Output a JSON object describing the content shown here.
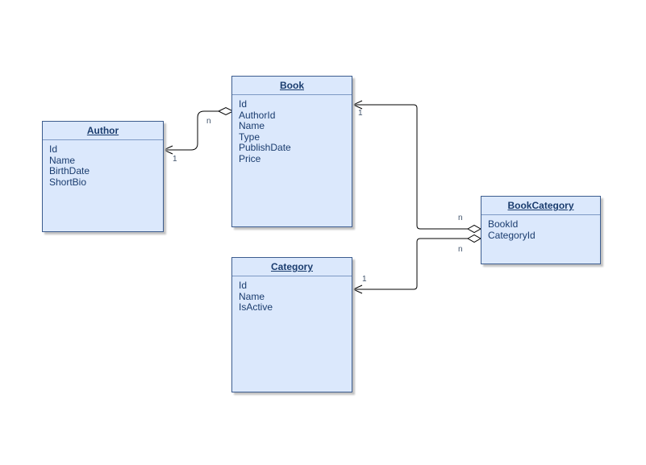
{
  "diagram": {
    "kind": "entity-relationship-diagram",
    "background": "#ffffff",
    "colors": {
      "table_fill": "#dbe8fc",
      "table_border": "#3c5c8e",
      "table_text": "#1a3c6e",
      "connector": "#000000",
      "edge_label": "#40536b",
      "shadow": "#c2c2c2"
    }
  },
  "entities": {
    "author": {
      "title": "Author",
      "fields": [
        "Id",
        "Name",
        "BirthDate",
        "ShortBio"
      ]
    },
    "book": {
      "title": "Book",
      "fields": [
        "Id",
        "AuthorId",
        "Name",
        "Type",
        "PublishDate",
        "Price"
      ]
    },
    "category": {
      "title": "Category",
      "fields": [
        "Id",
        "Name",
        "IsActive"
      ]
    },
    "bookCategory": {
      "title": "BookCategory",
      "fields": [
        "BookId",
        "CategoryId"
      ]
    }
  },
  "edges": {
    "authorBook": {
      "source": "Book",
      "target": "Author",
      "sourceLabel": "n",
      "targetLabel": "1"
    },
    "bookBookCategory": {
      "source": "BookCategory",
      "target": "Book",
      "sourceLabel": "n",
      "targetLabel": "1"
    },
    "categoryBookCategory": {
      "source": "BookCategory",
      "target": "Category",
      "sourceLabel": "n",
      "targetLabel": "1"
    }
  }
}
